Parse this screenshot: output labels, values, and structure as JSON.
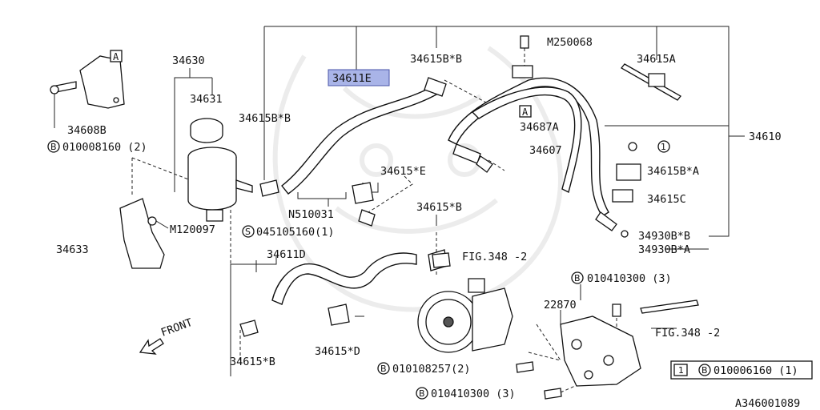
{
  "labels": {
    "p34630": "34630",
    "p34631": "34631",
    "p34608b": "34608B",
    "b010008160": "010008160 (2)",
    "p34633": "34633",
    "m120097": "M120097",
    "p34615bb_left": "34615B*B",
    "p34611e": "34611E",
    "p34615bb_top": "34615B*B",
    "m250068": "M250068",
    "p34615a": "34615A",
    "p34687a": "34687A",
    "p34607": "34607",
    "p34610": "34610",
    "p34615ba": "34615B*A",
    "p34615c": "34615C",
    "p34930bb": "34930B*B",
    "p34930ba": "34930B*A",
    "p34615e": "34615*E",
    "n510031": "N510031",
    "s045105160": "045105160(1)",
    "p34615b_mid": "34615*B",
    "p34611d": "34611D",
    "fig348_pump": "FIG.348 -2",
    "b010410300_top": "010410300 (3)",
    "p22870": "22870",
    "fig348_bracket": "FIG.348 -2",
    "b010108257": "010108257(2)",
    "b010410300_bottom": "010410300 (3)",
    "p34615b_bottom": "34615*B",
    "p34615d": "34615*D",
    "front": "FRONT",
    "legend_ref": "010006160 (1)",
    "figure_code": "A346001089"
  },
  "markers": {
    "box_a": "A",
    "circle_b": "B",
    "circle_s": "S",
    "circle_1": "1"
  },
  "highlight": {
    "part": "34611E",
    "color": "#a9b4e8"
  }
}
